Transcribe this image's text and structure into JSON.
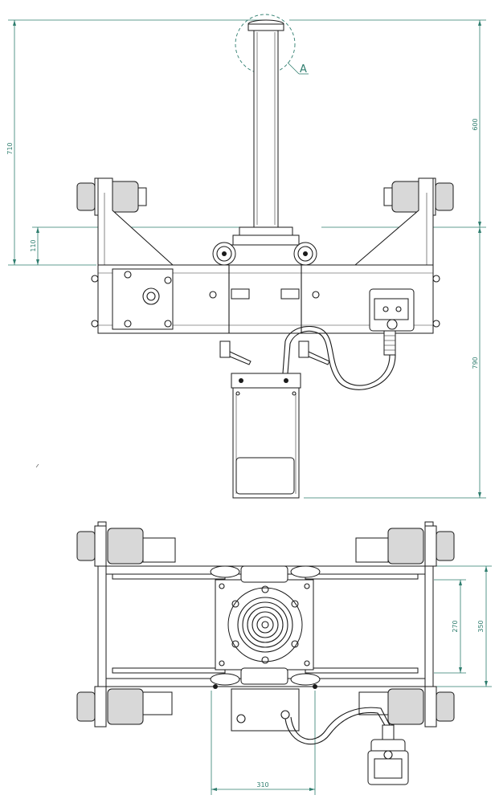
{
  "front_view": {
    "dim_total_height": "710",
    "dim_offset": "110",
    "dim_post_height": "600",
    "dim_overall": "790",
    "detail_callout": "A"
  },
  "top_view": {
    "dim_inner": "270",
    "dim_outer": "350",
    "dim_width": "310"
  },
  "colors": {
    "dimension": "#2e7d6e",
    "linework": "#1a1a1a"
  }
}
